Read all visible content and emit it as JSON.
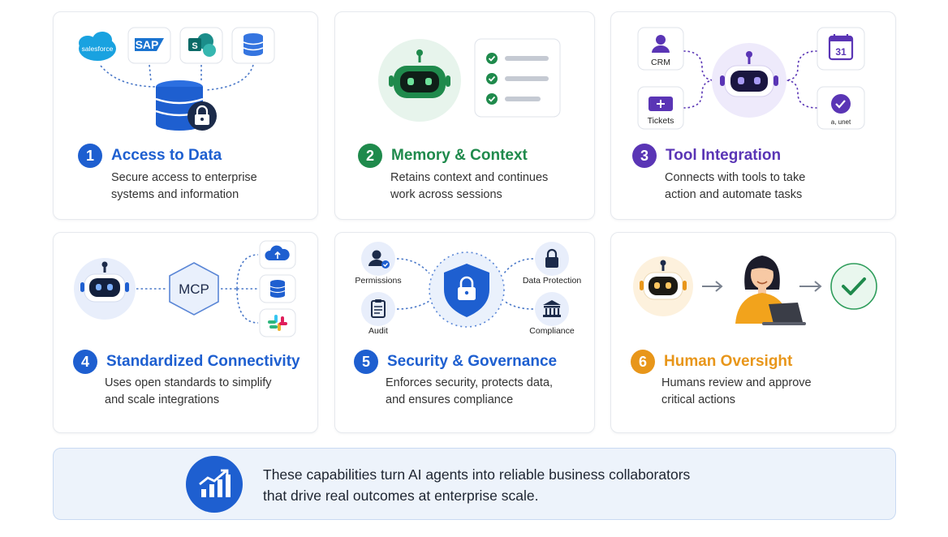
{
  "cards": [
    {
      "number": "1",
      "title": "Access to Data",
      "desc_line1": "Secure access to enterprise",
      "desc_line2": "systems and information",
      "color": "#1e5fd0",
      "logos": [
        "salesforce",
        "SAP",
        "S"
      ]
    },
    {
      "number": "2",
      "title": "Memory & Context",
      "desc_line1": "Retains context and continues",
      "desc_line2": "work across sessions",
      "color": "#1f8a4c"
    },
    {
      "number": "3",
      "title": "Tool Integration",
      "desc_line1": "Connects with tools to take",
      "desc_line2": "action and automate tasks",
      "color": "#5a35b5",
      "tools": [
        "CRM",
        "Tickets",
        "31",
        "a, unet"
      ]
    },
    {
      "number": "4",
      "title": "Standardized Connectivity",
      "desc_line1": "Uses open standards to simplify",
      "desc_line2": "and scale integrations",
      "color": "#1e5fd0",
      "hub_label": "MCP"
    },
    {
      "number": "5",
      "title": "Security & Governance",
      "desc_line1": "Enforces security, protects data,",
      "desc_line2": "and ensures compliance",
      "color": "#1e5fd0",
      "nodes": [
        "Permissions",
        "Data Protection",
        "Audit",
        "Compliance"
      ]
    },
    {
      "number": "6",
      "title": "Human Oversight",
      "desc_line1": "Humans review and approve",
      "desc_line2": "critical actions",
      "color": "#e8961a"
    }
  ],
  "banner": {
    "line1": "These capabilities turn AI agents into reliable business collaborators",
    "line2": "that drive real outcomes at enterprise scale."
  }
}
